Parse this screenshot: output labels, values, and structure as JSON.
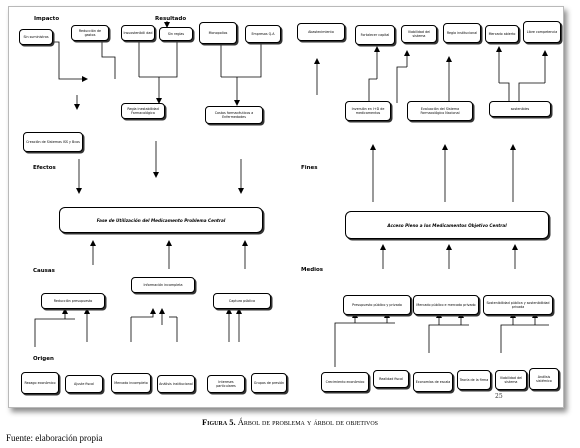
{
  "sections": {
    "impacto": "Impacto",
    "resultado": "Resultado",
    "efectos": "Efectos",
    "causas": "Causas",
    "origen": "Origen",
    "fines": "Fines",
    "medios": "Medios"
  },
  "problem_tree": {
    "top_row": {
      "sin_suministros": "Sin suministros",
      "reduccion_gastos": "Reducción de gastos",
      "insuostenibilidad": "Insuostenibili dad",
      "sin_reglas": "Sin reglas",
      "monopolios": "Monopolios",
      "empresas_qa": "Empresas Q.A"
    },
    "effects_row": {
      "regla_inestabilidad": "Regla inestabilidad Farmacológica",
      "costos_farmaceutica": "Costos farmacéuticos a Enfermedades"
    },
    "creacion_sistemas": "Creación de Sistemas ISS y Bcos",
    "central": "Fase de Utilización del Medicamento Problema Central",
    "causes": {
      "reduccion_presupuesto": "Reducción presupuesto",
      "informacion_incompleta": "Información incompleta",
      "captura_publica": "Captura pública"
    },
    "origins": {
      "rezago_economico": "Rezago económico",
      "ajuste_fiscal": "Ajuste fiscal",
      "mercado_incompleto": "Mercado incompleto",
      "analisis_institucional": "Análisis institucional",
      "intereses_particulares": "Intereses particulares",
      "grupos_presion": "Grupos de presión"
    }
  },
  "objective_tree": {
    "top_row": {
      "abastecimiento": "Abastecimiento",
      "fortalecer_capital": "Fortalecer capital",
      "viabilidad_sistema": "Viabilidad del sistema",
      "regla_institucional": "Regla institucional",
      "mercado_abierto": "Mercado abierto",
      "libre_competencia": "Libre competencia"
    },
    "ends_row": {
      "inversion_medicamentos": "Inversión en I+D de medicamentos",
      "evaluacion_sistema": "Evaluación del Sistema Farmacológico Nacional",
      "sostenibles": "sostenibles"
    },
    "central": "Acceso Pleno a los Medicamentos Objetivo Central",
    "means": {
      "presupuesto_publico": "Presupuesto público y privado",
      "mercado_publico": "Mercado público e mercado privado",
      "sostenibilidad": "Sostenibilidad pública y sostenibilidad privada"
    },
    "bottom_row": {
      "crecimiento_economico": "Crecimiento económico",
      "realidad_fiscal": "Realidad fiscal",
      "economias_escala": "Economías de escala",
      "teoria_firma": "Teoría de la firma",
      "viabilidad_sistema": "Viabilidad del sistema",
      "analisis_sistemico": "Análisis sistémico"
    }
  },
  "page_number": "25",
  "caption": {
    "label": "Figura 5.",
    "text": "Árbol de problema y árbol de objetivos"
  },
  "source": "Fuente: elaboración propia"
}
